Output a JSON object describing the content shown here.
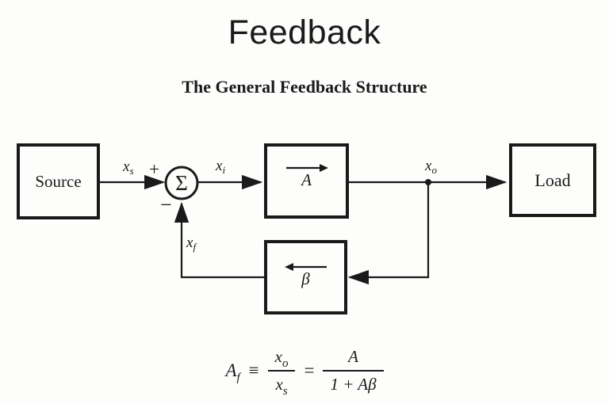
{
  "title": "Feedback",
  "subtitle": "The General Feedback Structure",
  "blocks": {
    "source": "Source",
    "amplifier": "A",
    "load": "Load",
    "feedback": "β",
    "summer": "Σ"
  },
  "signs": {
    "plus": "+",
    "minus": "−"
  },
  "signals": {
    "xs": {
      "base": "x",
      "sub": "s"
    },
    "xi": {
      "base": "x",
      "sub": "i"
    },
    "xo": {
      "base": "x",
      "sub": "o"
    },
    "xf": {
      "base": "x",
      "sub": "f"
    }
  },
  "formula": {
    "lhs": {
      "base": "A",
      "sub": "f"
    },
    "relation": "≡",
    "frac1": {
      "num": {
        "base": "x",
        "sub": "o"
      },
      "den": {
        "base": "x",
        "sub": "s"
      }
    },
    "equals": "=",
    "frac2": {
      "num": "A",
      "den": "1 + Aβ"
    }
  },
  "colors": {
    "ink": "#1a1a1a",
    "paper": "#fdfdfc"
  }
}
